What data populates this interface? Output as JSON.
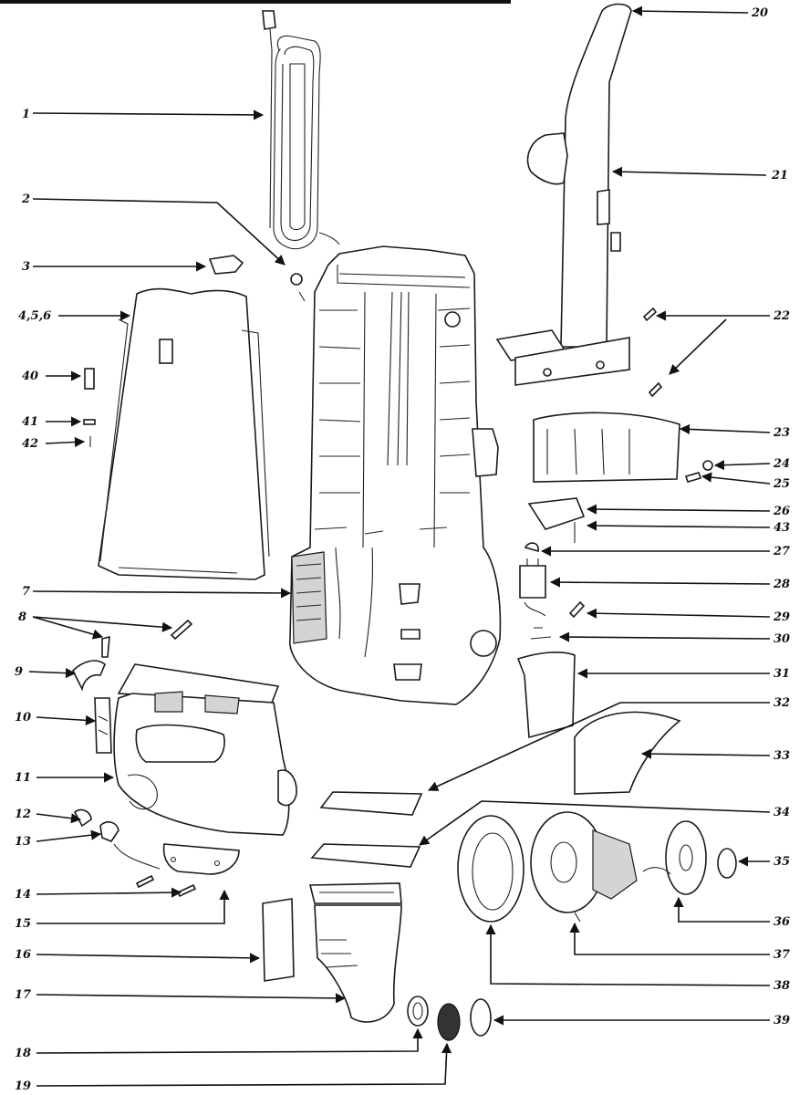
{
  "callouts": [
    {
      "id": "1",
      "text": "1"
    },
    {
      "id": "2",
      "text": "2"
    },
    {
      "id": "3",
      "text": "3"
    },
    {
      "id": "4-5-6",
      "text": "4,5,6"
    },
    {
      "id": "40",
      "text": "40"
    },
    {
      "id": "41",
      "text": "41"
    },
    {
      "id": "42",
      "text": "42"
    },
    {
      "id": "7",
      "text": "7"
    },
    {
      "id": "8",
      "text": "8"
    },
    {
      "id": "9",
      "text": "9"
    },
    {
      "id": "10",
      "text": "10"
    },
    {
      "id": "11",
      "text": "11"
    },
    {
      "id": "12",
      "text": "12"
    },
    {
      "id": "13",
      "text": "13"
    },
    {
      "id": "14",
      "text": "14"
    },
    {
      "id": "15",
      "text": "15"
    },
    {
      "id": "16",
      "text": "16"
    },
    {
      "id": "17",
      "text": "17"
    },
    {
      "id": "18",
      "text": "18"
    },
    {
      "id": "19",
      "text": "19"
    },
    {
      "id": "20",
      "text": "20"
    },
    {
      "id": "21",
      "text": "21"
    },
    {
      "id": "22",
      "text": "22"
    },
    {
      "id": "23",
      "text": "23"
    },
    {
      "id": "24",
      "text": "24"
    },
    {
      "id": "25",
      "text": "25"
    },
    {
      "id": "26",
      "text": "26"
    },
    {
      "id": "43",
      "text": "43"
    },
    {
      "id": "27",
      "text": "27"
    },
    {
      "id": "28",
      "text": "28"
    },
    {
      "id": "29",
      "text": "29"
    },
    {
      "id": "30",
      "text": "30"
    },
    {
      "id": "31",
      "text": "31"
    },
    {
      "id": "32",
      "text": "32"
    },
    {
      "id": "33",
      "text": "33"
    },
    {
      "id": "34",
      "text": "34"
    },
    {
      "id": "35",
      "text": "35"
    },
    {
      "id": "36",
      "text": "36"
    },
    {
      "id": "37",
      "text": "37"
    },
    {
      "id": "38",
      "text": "38"
    },
    {
      "id": "39",
      "text": "39"
    }
  ]
}
